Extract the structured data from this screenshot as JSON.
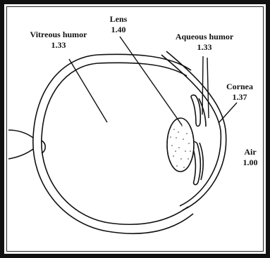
{
  "diagram": {
    "labels": {
      "vitreous": {
        "name": "Vitreous humor",
        "index": "1.33"
      },
      "lens": {
        "name": "Lens",
        "index": "1.40"
      },
      "aqueous": {
        "name": "Aqueous humor",
        "index": "1.33"
      },
      "cornea": {
        "name": "Cornea",
        "index": "1.37"
      },
      "air": {
        "name": "Air",
        "index": "1.00"
      }
    },
    "colors": {
      "line": "#111111",
      "frame": "#111111",
      "background": "#ffffff"
    }
  }
}
